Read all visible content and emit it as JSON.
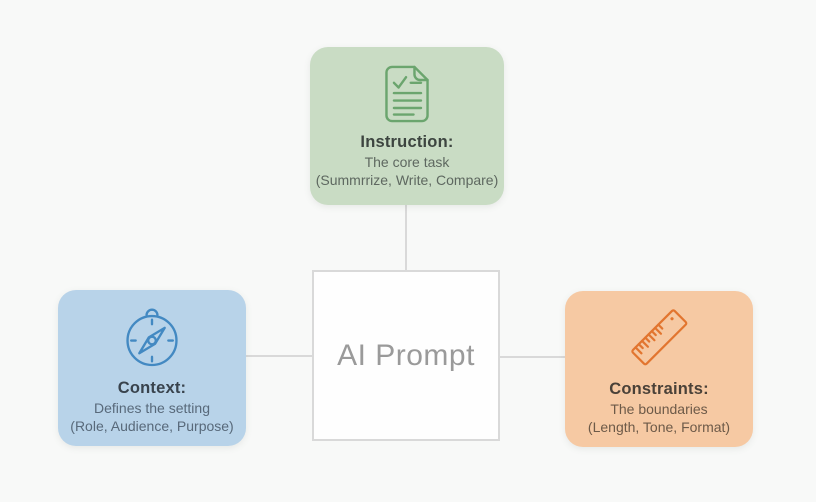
{
  "background": "#f8f9f8",
  "connector_color": "#d9d9d9",
  "center": {
    "label": "AI Prompt",
    "bg": "#fefefe",
    "border_color": "#d9d9d9",
    "text_color": "#9a9a9a"
  },
  "nodes": [
    {
      "id": "instruction",
      "title": "Instruction:",
      "line1": "The core task",
      "line2": "(Summrrize, Write, Compare)",
      "icon": "document-check-icon",
      "bg": "#c9dcc4",
      "icon_color": "#6ba56e",
      "title_color": "#3d4540",
      "text_color": "#5e6860"
    },
    {
      "id": "context",
      "title": "Context:",
      "line1": "Defines the setting",
      "line2": "(Role, Audience, Purpose)",
      "icon": "compass-icon",
      "bg": "#b8d3e9",
      "icon_color": "#4389c2",
      "title_color": "#39434d",
      "text_color": "#58697a"
    },
    {
      "id": "constraints",
      "title": "Constraints:",
      "line1": "The boundaries",
      "line2": "(Length, Tone, Format)",
      "icon": "ruler-icon",
      "bg": "#f6c9a3",
      "icon_color": "#e2752f",
      "title_color": "#4a4138",
      "text_color": "#6d5a48"
    }
  ]
}
